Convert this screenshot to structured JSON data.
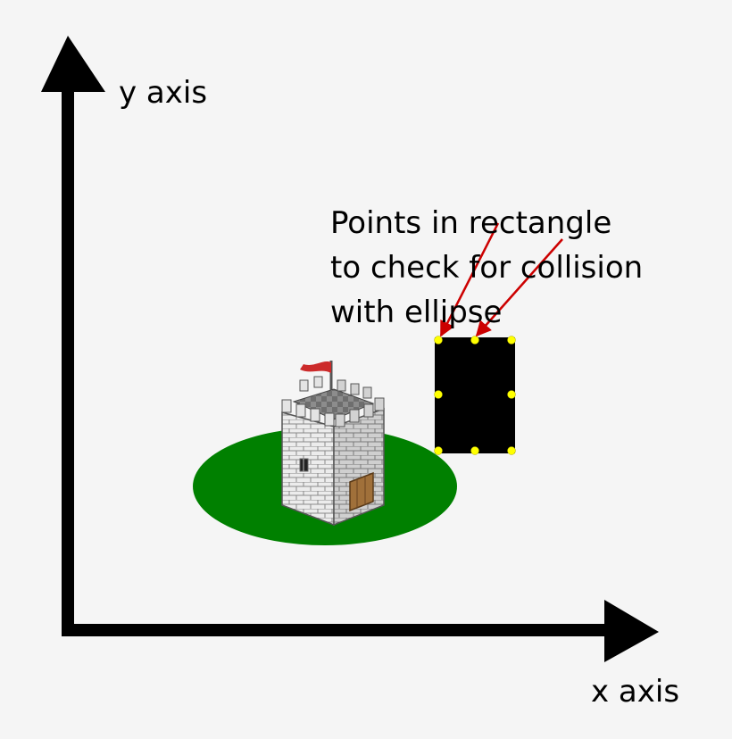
{
  "axes": {
    "x_label": "x axis",
    "y_label": "y axis"
  },
  "annotation": {
    "lines": [
      "Points in rectangle",
      "to check for collision",
      "with ellipse"
    ]
  },
  "colors": {
    "background": "#f5f5f5",
    "axis": "#000000",
    "ellipse": "#008000",
    "rectangle": "#000000",
    "check_point": "#ffff00",
    "pointer_arrow": "#cc0000",
    "flag": "#cc2a2a",
    "door": "#a0703a",
    "stone": "#e6e6e6"
  },
  "icons": {
    "tower": "castle-tower-icon",
    "flag": "flag-icon"
  },
  "check_points_count": 8
}
